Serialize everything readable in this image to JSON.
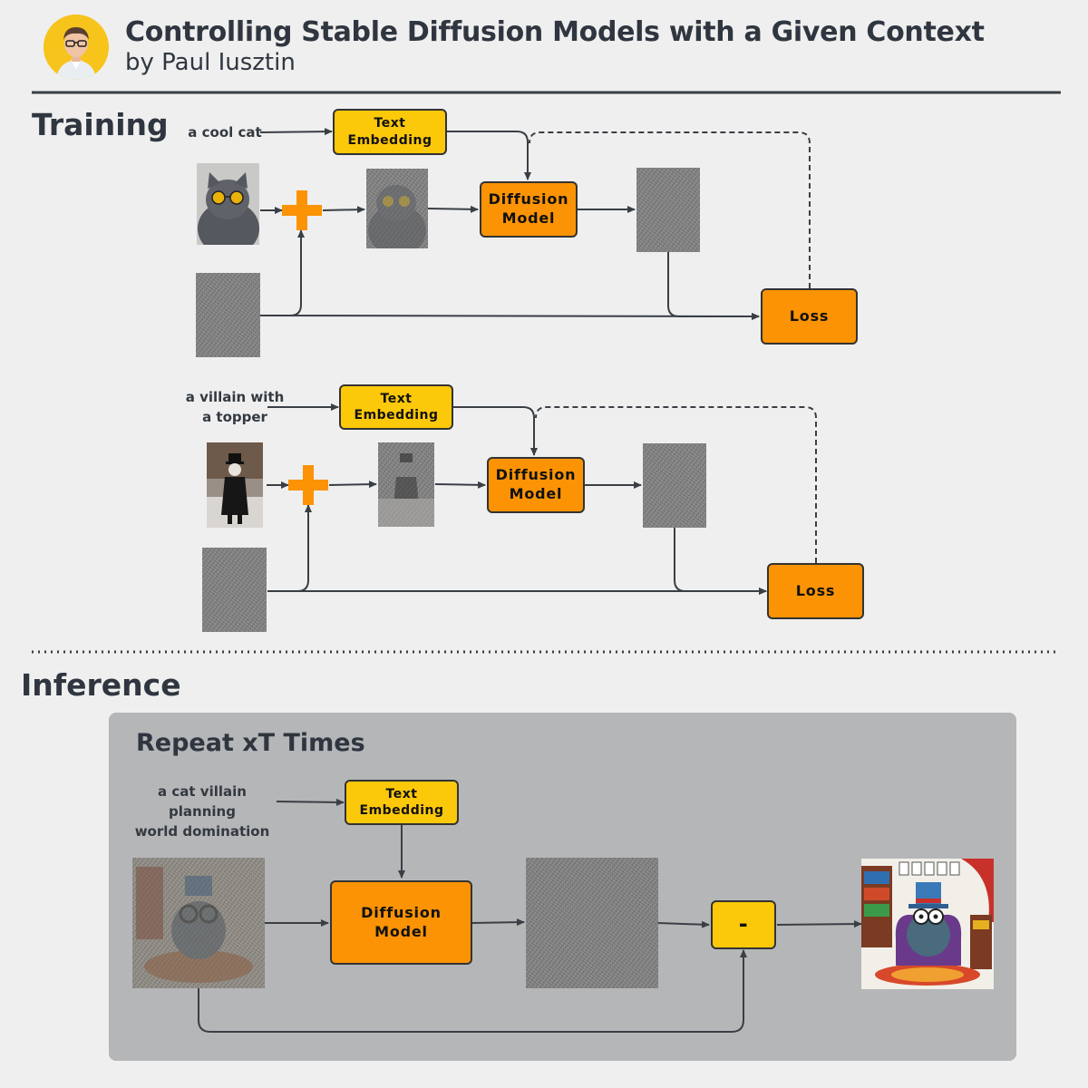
{
  "header": {
    "title": "Controlling Stable Diffusion Models with a Given Context",
    "author": "by Paul Iusztin"
  },
  "training": {
    "heading": "Training",
    "examples": [
      {
        "prompt_lines": [
          "a cool cat"
        ],
        "text_embedding_label": "Text\nEmbedding",
        "diffusion_model_label": "Diffusion\nModel",
        "loss_label": "Loss",
        "image_icon": "cat-with-sunglasses-photo",
        "plus_icon": "plus-icon"
      },
      {
        "prompt_lines": [
          "a villain with",
          "a topper"
        ],
        "text_embedding_label": "Text\nEmbedding",
        "diffusion_model_label": "Diffusion\nModel",
        "loss_label": "Loss",
        "image_icon": "villain-with-top-hat-photo",
        "plus_icon": "plus-icon"
      }
    ]
  },
  "inference": {
    "heading": "Inference",
    "repeat_label": "Repeat xT Times",
    "prompt_lines": [
      "a cat villain planning",
      "world domination"
    ],
    "text_embedding_label": "Text\nEmbedding",
    "diffusion_model_label": "Diffusion\nModel",
    "subtract_label": "-",
    "output_image_icon": "cat-villain-illustration"
  },
  "colors": {
    "background": "#efefef",
    "panel": "#b5b6b8",
    "orange": "#fb9304",
    "yellow": "#fcc80a",
    "ink": "#2f3640",
    "plus": "#fb9304"
  }
}
